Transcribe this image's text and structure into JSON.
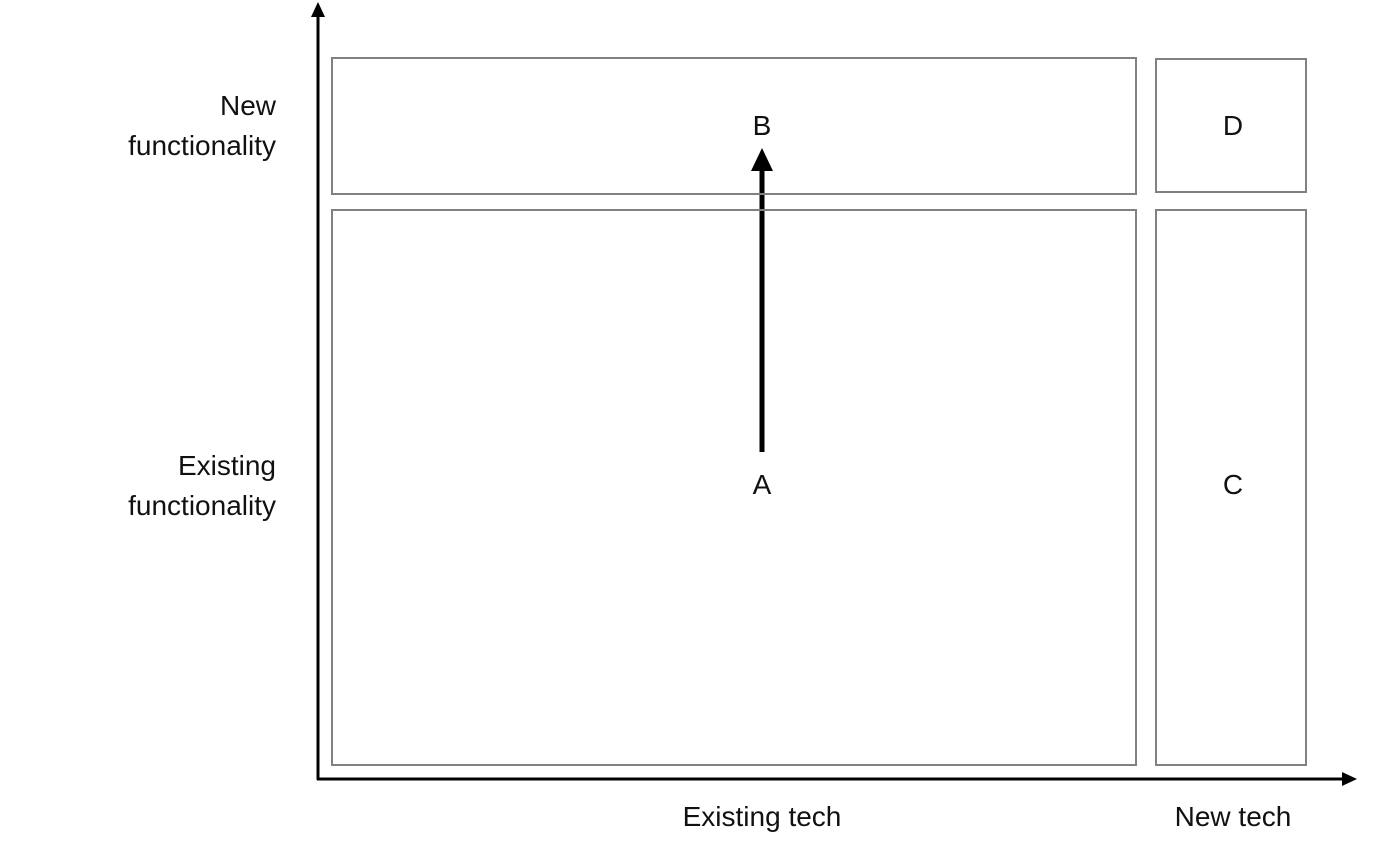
{
  "y_axis": {
    "upper_label": [
      "New",
      "functionality"
    ],
    "lower_label": [
      "Existing",
      "functionality"
    ]
  },
  "x_axis": {
    "left_label": "Existing tech",
    "right_label": "New tech"
  },
  "quadrants": {
    "a": "A",
    "b": "B",
    "c": "C",
    "d": "D"
  },
  "colors": {
    "axis": "#000000",
    "box_border": "#808184",
    "arrow": "#000000",
    "text": "#111111"
  }
}
